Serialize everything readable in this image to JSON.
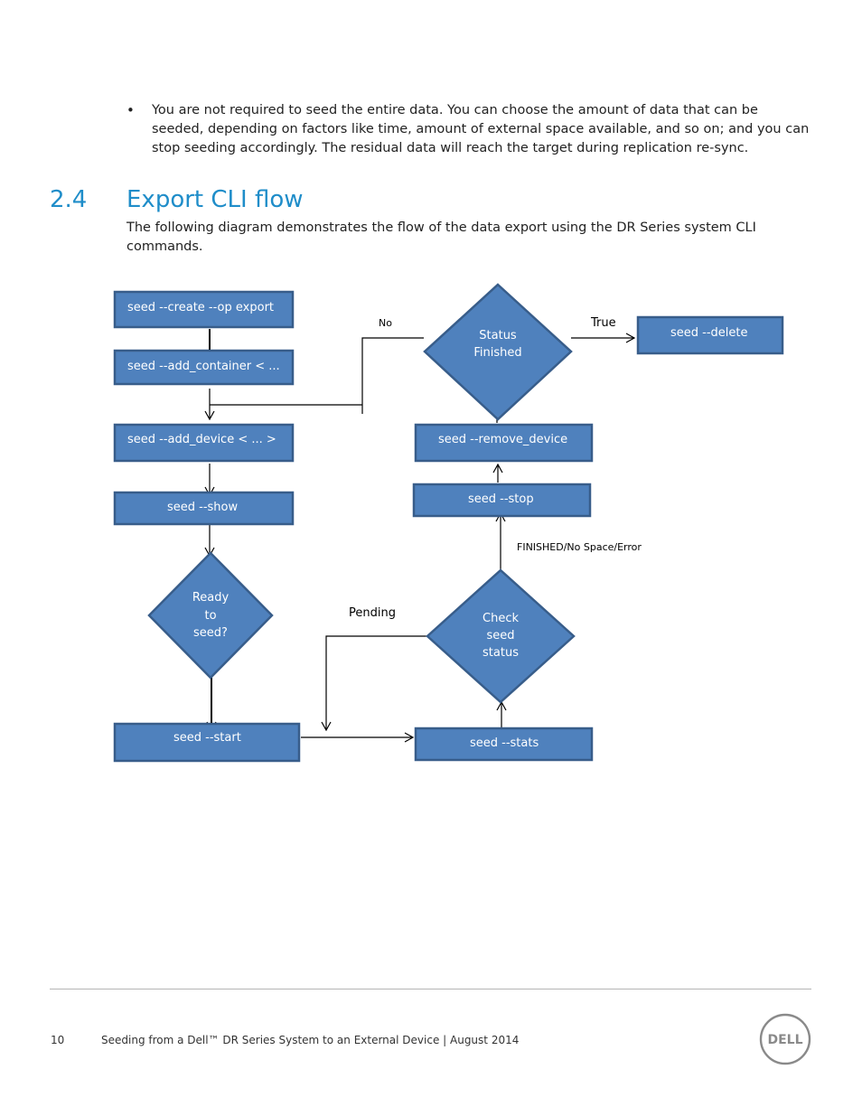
{
  "bullet": {
    "symbol": "•",
    "text": "You are not required to seed the entire data. You can choose the amount of data that can be seeded, depending on factors like time, amount of external space available, and so on; and you can stop seeding accordingly. The residual data will reach the target during replication re-sync."
  },
  "section": {
    "number": "2.4",
    "title": "Export CLI flow"
  },
  "intro": "The following diagram demonstrates the flow of the data export using the DR Series system CLI commands.",
  "diagram": {
    "boxes": {
      "create": "seed --create --op export",
      "add_container": "seed --add_container < ...",
      "add_device": "seed --add_device < ... >",
      "show": "seed --show",
      "start": "seed --start",
      "stats": "seed --stats",
      "stop": "seed --stop",
      "remove_device": "seed --remove_device",
      "delete": "seed --delete"
    },
    "decisions": {
      "ready": [
        "Ready",
        "to",
        "seed?"
      ],
      "check": [
        "Check",
        "seed",
        "status"
      ],
      "status": [
        "Status",
        "Finished"
      ]
    },
    "labels": {
      "no": "No",
      "true": "True",
      "pending": "Pending",
      "finished": "FINISHED/No Space/Error"
    }
  },
  "footer": {
    "page_number": "10",
    "text": "Seeding from a Dell™ DR Series System to an External Device | August 2014",
    "logo_text": "DELL"
  },
  "colors": {
    "heading": "#1f8dc9",
    "box_fill": "#4f81bd",
    "box_border": "#385d8a"
  }
}
